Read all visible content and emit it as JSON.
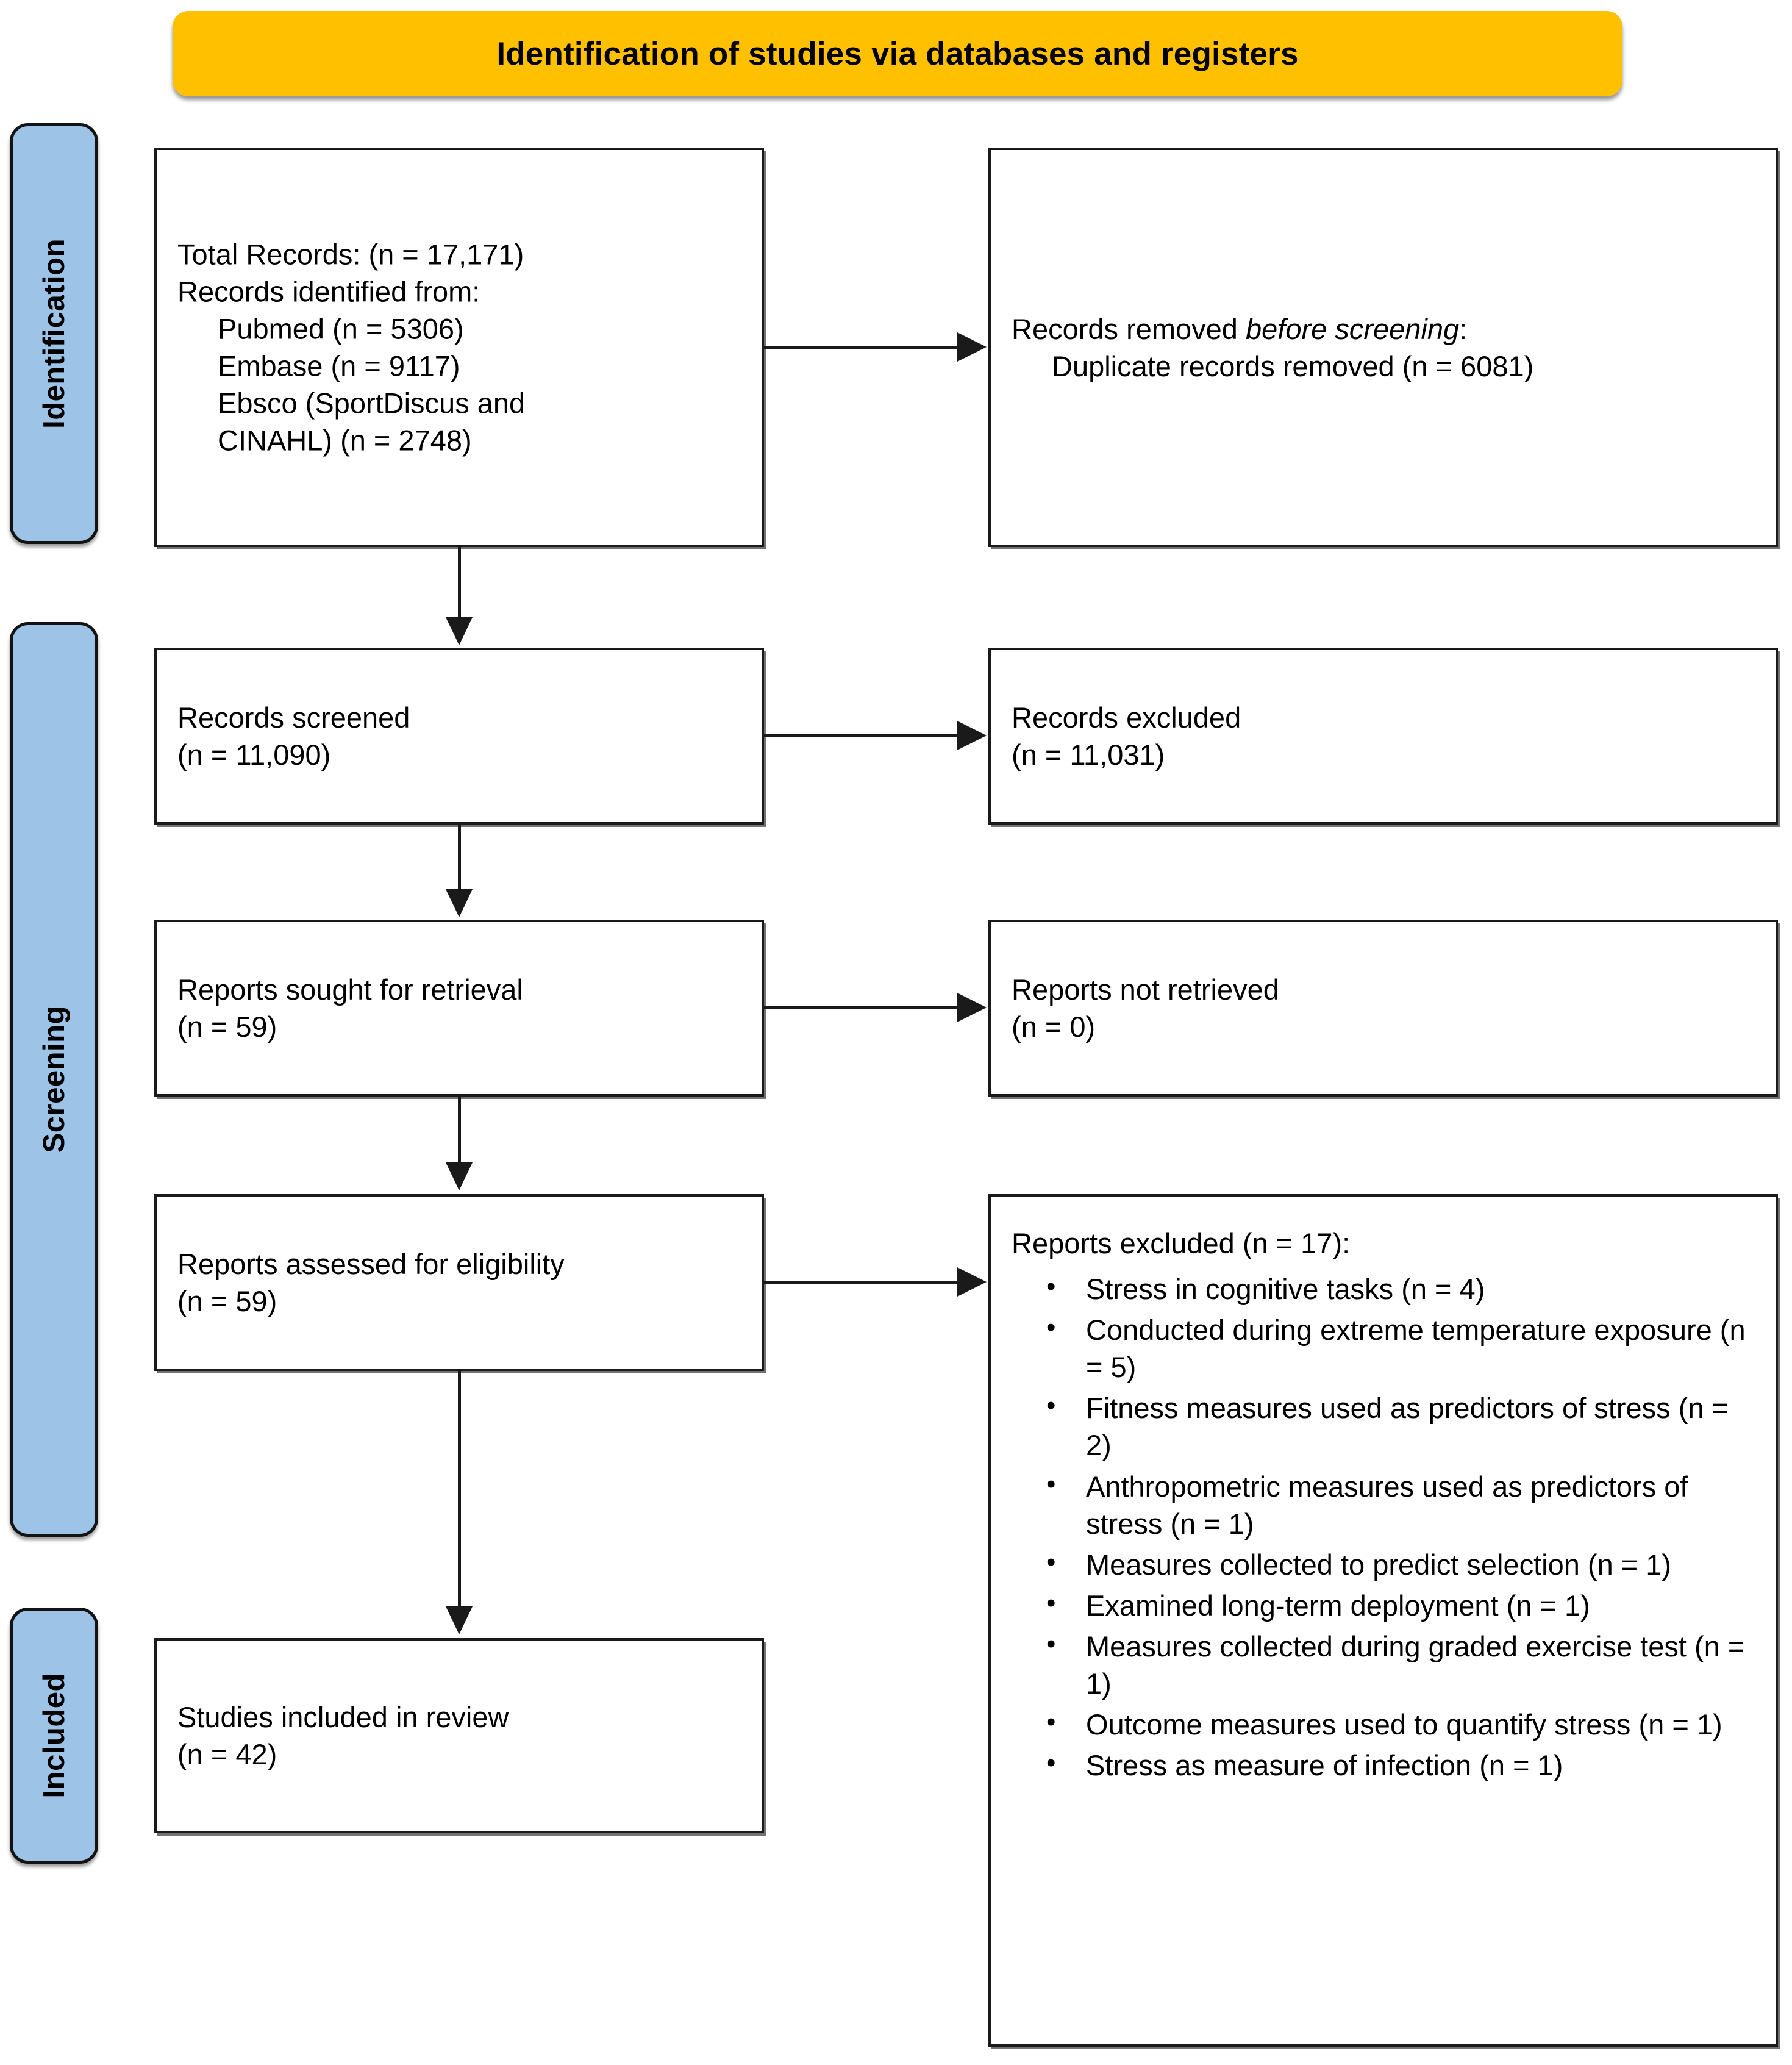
{
  "banner": {
    "title": "Identification of studies via databases and registers",
    "color": "#FFC000"
  },
  "stages": {
    "color": "#9DC3E6",
    "identification": "Identification",
    "screening": "Screening",
    "included": "Included"
  },
  "boxes": {
    "identified": {
      "line1": "Total Records: (n = 17,171)",
      "line2": "Records identified from:",
      "source1": "Pubmed (n = 5306)",
      "source2": "Embase (n = 9117)",
      "source3": "Ebsco (SportDiscus and",
      "source4": "CINAHL) (n = 2748)"
    },
    "removed": {
      "line1_prefix": "Records removed ",
      "line1_italic": "before screening",
      "line1_suffix": ":",
      "line2": "Duplicate records removed (n = 6081)"
    },
    "screened": {
      "line1": "Records screened",
      "line2": "(n = 11,090)"
    },
    "records_excluded": {
      "line1": "Records excluded",
      "line2": "(n = 11,031)"
    },
    "sought": {
      "line1": "Reports sought for retrieval",
      "line2": "(n = 59)"
    },
    "not_retrieved": {
      "line1": "Reports not retrieved",
      "line2": "(n = 0)"
    },
    "assessed": {
      "line1": "Reports assessed for eligibility",
      "line2": "(n = 59)"
    },
    "reports_excluded": {
      "heading": "Reports excluded (n = 17):",
      "reasons": [
        "Stress in cognitive tasks (n = 4)",
        "Conducted during extreme temperature exposure (n = 5)",
        "Fitness measures used as predictors of stress (n = 2)",
        "Anthropometric measures used as predictors of stress (n = 1)",
        "Measures collected to predict selection (n = 1)",
        "Examined long-term deployment (n = 1)",
        "Measures collected during graded exercise test (n = 1)",
        "Outcome measures used to quantify stress (n = 1)",
        "Stress as measure of infection (n = 1)"
      ]
    },
    "included": {
      "line1": "Studies included in review",
      "line2": "(n = 42)"
    }
  }
}
